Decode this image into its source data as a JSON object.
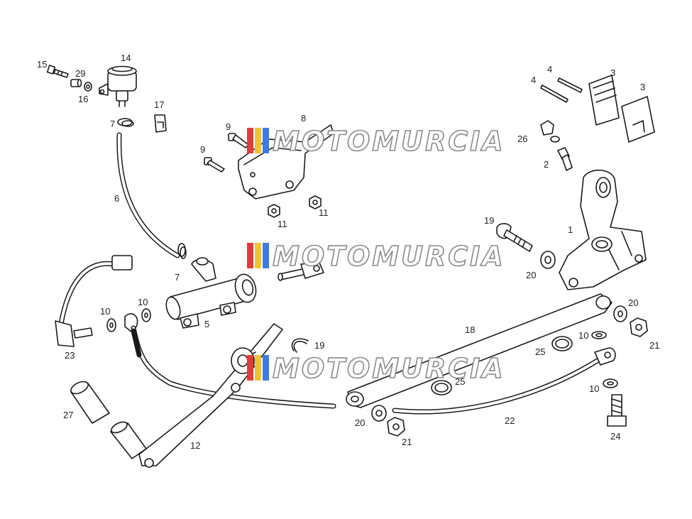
{
  "watermark": {
    "text": "MOTOMURCIA",
    "colors": [
      "#e23b3b",
      "#f1c232",
      "#3d7be0"
    ]
  },
  "callouts": {
    "p1": "1",
    "p2": "2",
    "p3a": "3",
    "p3b": "3",
    "p4a": "4",
    "p4b": "4",
    "p5": "5",
    "p6": "6",
    "p7a": "7",
    "p7b": "7",
    "p8": "8",
    "p9a": "9",
    "p9b": "9",
    "p10a": "10",
    "p10b": "10",
    "p10c": "10",
    "p10d": "10",
    "p11a": "11",
    "p11b": "11",
    "p12": "12",
    "p14": "14",
    "p15": "15",
    "p16": "16",
    "p17": "17",
    "p18": "18",
    "p19a": "19",
    "p19b": "19",
    "p20a": "20",
    "p20b": "20",
    "p20c": "20",
    "p21a": "21",
    "p21b": "21",
    "p22": "22",
    "p23": "23",
    "p24": "24",
    "p25a": "25",
    "p25b": "25",
    "p26": "26",
    "p27": "27",
    "p29": "29"
  }
}
